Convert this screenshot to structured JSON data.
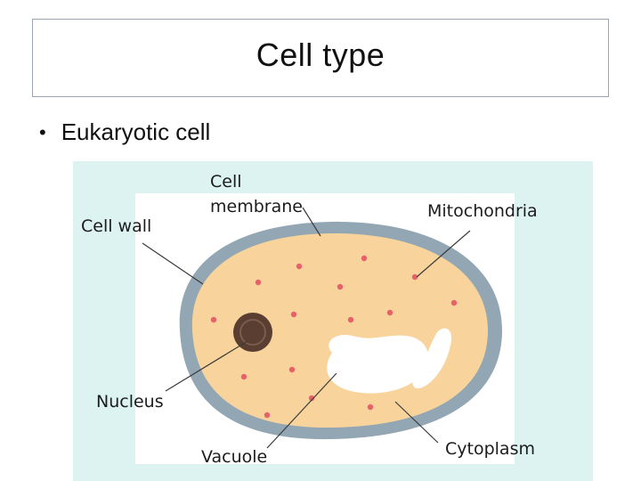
{
  "slide": {
    "title": "Cell type",
    "bullet": "Eukaryotic cell"
  },
  "diagram": {
    "labels": {
      "cell_membrane_line1": "Cell",
      "cell_membrane_line2": "membrane",
      "mitochondria": "Mitochondria",
      "cell_wall": "Cell wall",
      "nucleus": "Nucleus",
      "vacuole": "Vacuole",
      "cytoplasm": "Cytoplasm"
    },
    "colors": {
      "background": "#dcf3f1",
      "panel": "#ffffff",
      "cell_wall": "#93a6b3",
      "cytoplasm": "#f8d49c",
      "nucleus": "#5a3e31",
      "mitochondria": "#e8606a",
      "vacuole": "#ffffff",
      "leader_line": "#3a3a3a"
    }
  }
}
